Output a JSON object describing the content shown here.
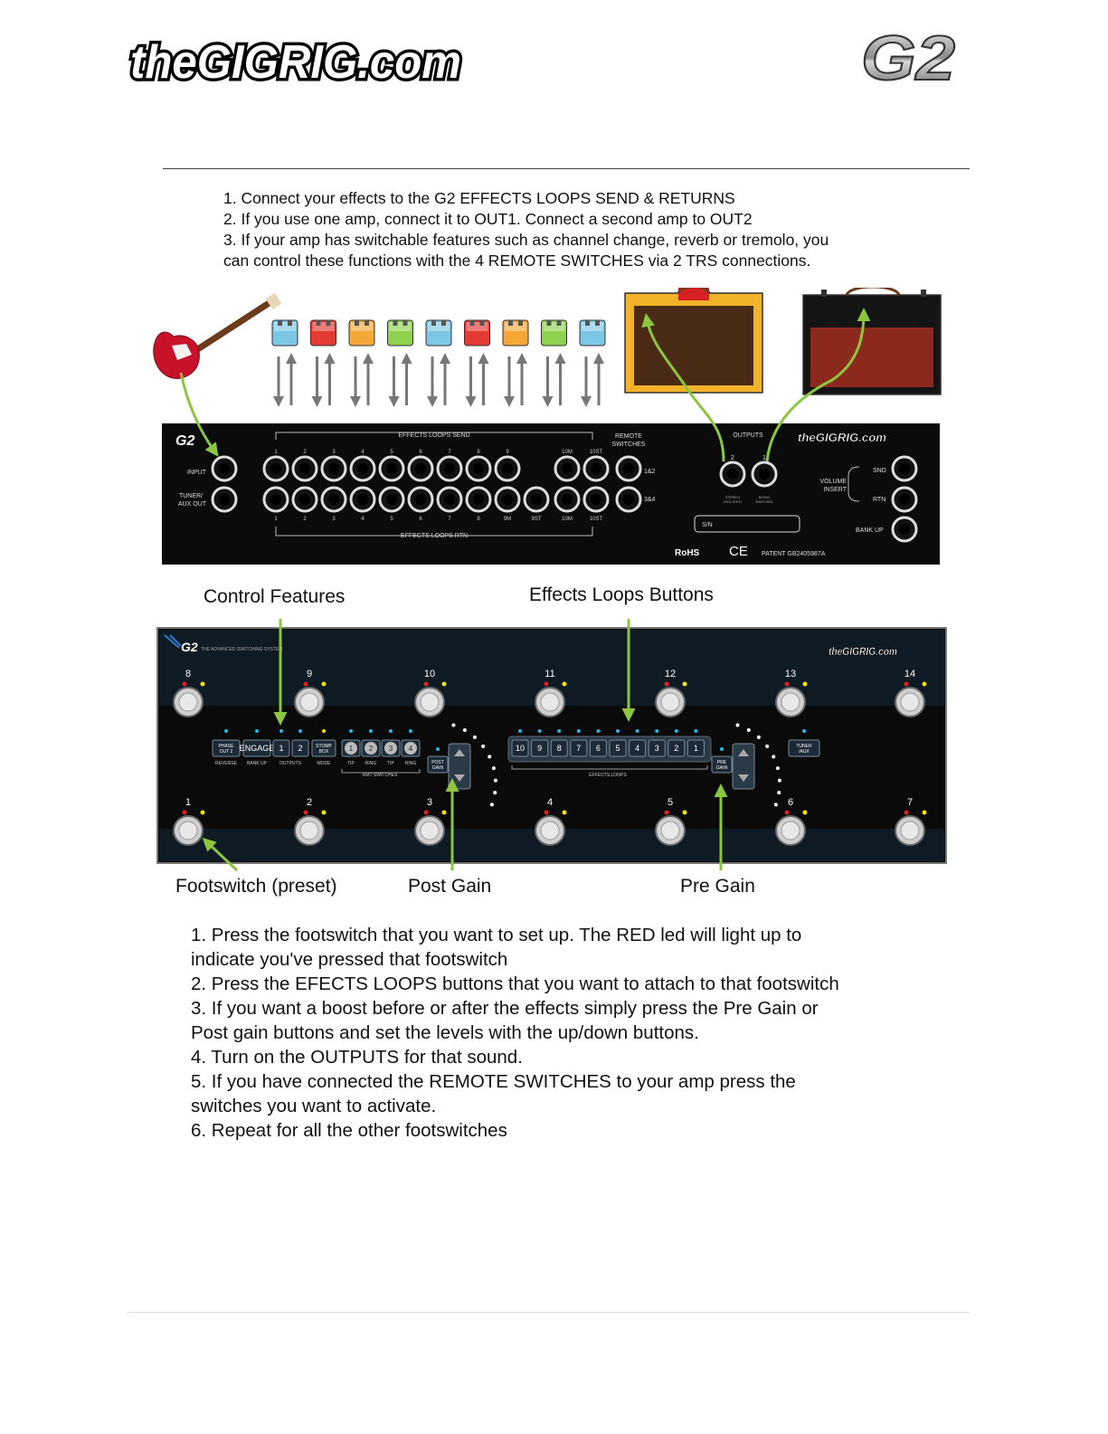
{
  "header": {
    "brand_logo_text": "theGIGRIG.com",
    "model_logo_text": "G2"
  },
  "steps_setup": [
    "1. Connect your effects to the G2 EFFECTS LOOPS SEND & RETURNS",
    "2. If you use one amp, connect it to OUT1. Connect a second amp to OUT2",
    "3. If your amp has switchable features such as channel change, reverb or tremolo, you",
    "can control these functions with the 4 REMOTE SWITCHES via 2 TRS connections."
  ],
  "rear_panel": {
    "model": "G2",
    "brand": "theGIGRIG.com",
    "input_label": "INPUT",
    "tuner_label": "TUNER/",
    "tuner_label_2": "AUX OUT",
    "send_title": "EFFECTS LOOPS SEND",
    "rtn_title": "EFFECTS LOOPS RTN",
    "send_numbers": [
      "1",
      "2",
      "3",
      "4",
      "5",
      "6",
      "7",
      "8",
      "9",
      "10M",
      "10ST"
    ],
    "rtn_numbers": [
      "1",
      "2",
      "3",
      "4",
      "5",
      "6",
      "7",
      "8",
      "9M",
      "9ST",
      "10M",
      "10ST"
    ],
    "remote_title": "REMOTE",
    "remote_title_2": "SWITCHES",
    "remote_1": "1&2",
    "remote_2": "3&4",
    "outputs_title": "OUTPUTS",
    "out_2": "2",
    "out_1": "1",
    "out_2_sub": "STEREO",
    "out_2_sub_2": "ISOLATED",
    "out_1_sub": "MONO",
    "out_1_sub_2": "EARTHED",
    "volume_insert": "VOLUME",
    "volume_insert_2": "INSERT",
    "snd": "SND",
    "rtn": "RTN",
    "bank_up": "BANK UP",
    "serial": "S/N",
    "rohs": "RoHS",
    "ce": "CE",
    "patent": "PATENT GB2405987A"
  },
  "front_panel": {
    "model": "G2",
    "tagline": "THE ADVANCED SWITCHING SYSTEM",
    "brand": "theGIGRIG.com",
    "top_switches": [
      "8",
      "9",
      "10",
      "11",
      "12",
      "13",
      "14"
    ],
    "bottom_switches": [
      "1",
      "2",
      "3",
      "4",
      "5",
      "6",
      "7"
    ],
    "control_buttons": [
      "PHASE",
      "OUT 2",
      "ENGAGE",
      "1",
      "2",
      "STOMP",
      "BOX",
      "1",
      "2",
      "3",
      "4"
    ],
    "control_captions": [
      "REVERSE",
      "BANK UP",
      "OUTPUTS",
      "MODE",
      "TIP",
      "RING",
      "TIP",
      "RING"
    ],
    "rmt_caption": "RMT SWITCHES",
    "post_gain": "POST",
    "post_gain_2": "GAIN",
    "loop_buttons": [
      "10",
      "9",
      "8",
      "7",
      "6",
      "5",
      "4",
      "3",
      "2",
      "1"
    ],
    "loops_caption": "EFFECTS LOOPS",
    "pre_gain": "PRE",
    "pre_gain_2": "GAIN",
    "tuner": "TUNER",
    "tuner_2": "/AUX"
  },
  "annotations": {
    "control_features": "Control Features",
    "effects_loops_buttons": "Effects Loops Buttons",
    "footswitch": "Footswitch (preset)",
    "post_gain": "Post Gain",
    "pre_gain": "Pre Gain"
  },
  "steps_programming": [
    "1. Press the footswitch that you want to set up. The RED led will light up to",
    "indicate you've pressed that footswitch",
    "2. Press the EFECTS LOOPS buttons that you want to attach to that footswitch",
    "3. If you want a boost before or after the effects simply press the Pre Gain or",
    "Post gain buttons and set the levels with the up/down buttons.",
    "4. Turn on the OUTPUTS for that sound.",
    "5. If you have connected the REMOTE SWITCHES to your amp press the",
    "switches you want to activate.",
    "6. Repeat for all the other footswitches"
  ],
  "colors": {
    "pedal_colors": [
      "#7cc6e6",
      "#e33a33",
      "#f4a838",
      "#8ed24f",
      "#7cc6e6",
      "#e33a33",
      "#f4a838",
      "#8ed24f",
      "#7cc6e6"
    ],
    "arrow_green": "#8cc63f",
    "panel_black": "#0b0b0b",
    "amp1_tolex": "#f2b32a",
    "amp1_grill": "#4a2a14",
    "amp2_grill": "#8b2a1c",
    "led_blue": "#29b6e8",
    "led_red": "#e02020",
    "led_yellow": "#f5e000"
  }
}
